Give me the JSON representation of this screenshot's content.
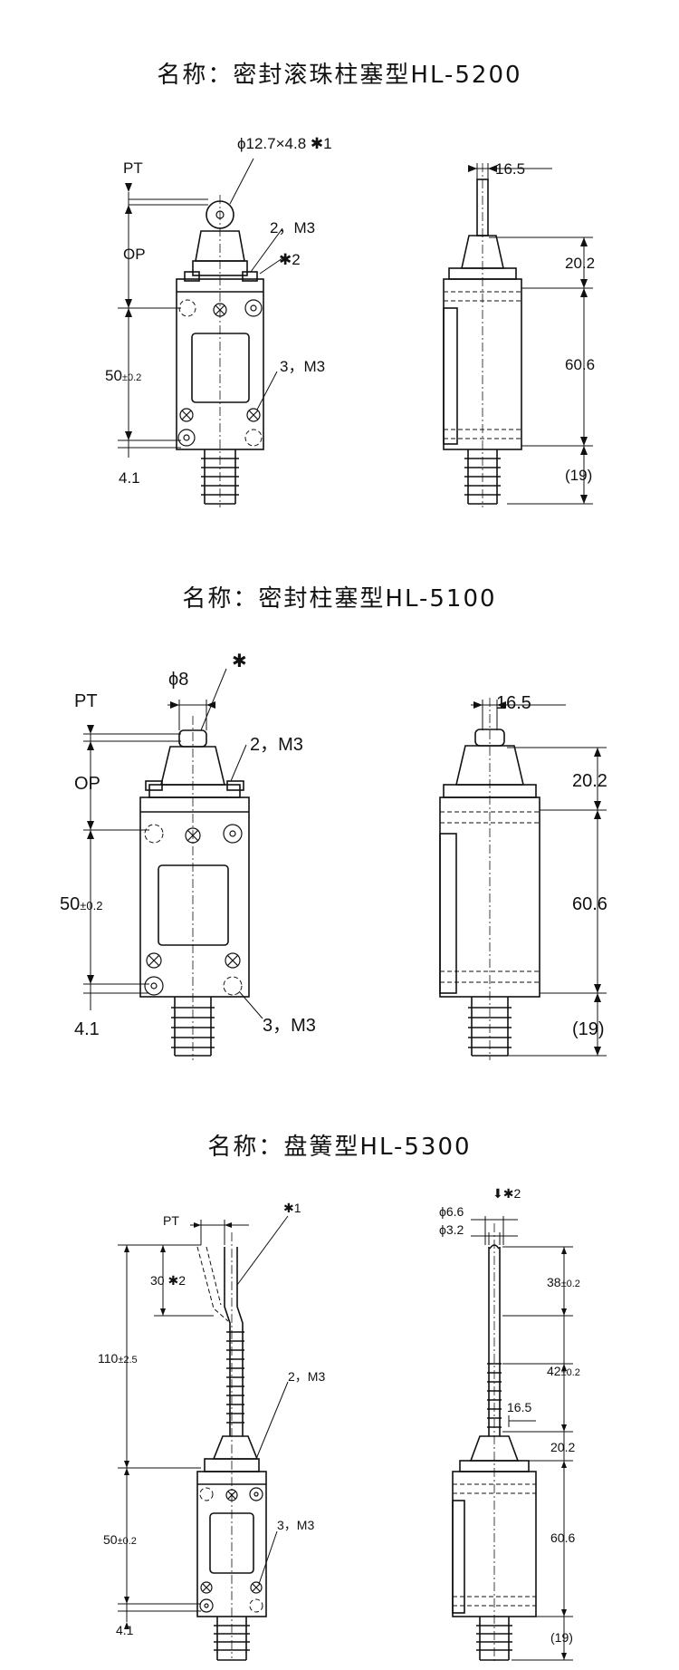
{
  "titles": {
    "hl5200": "名称：密封滚珠柱塞型HL-5200",
    "hl5100": "名称：密封柱塞型HL-5100",
    "hl5300": "名称：盘簧型HL-5300"
  },
  "hl5200": {
    "front": {
      "roller": "ϕ12.7×4.8 ✱1",
      "pt": "PT",
      "op": "OP",
      "mount_top": "2，M3",
      "note2": "✱2",
      "height": "50",
      "height_tol": "±0.2",
      "mount_bottom": "3，M3",
      "offset": "4.1"
    },
    "side": {
      "width": "16.5",
      "plunger_h": "20.2",
      "body_h": "60.6",
      "conduit": "(19)"
    }
  },
  "hl5100": {
    "front": {
      "plunger": "ϕ8",
      "star": "✱",
      "pt": "PT",
      "op": "OP",
      "mount_top": "2，M3",
      "height": "50",
      "height_tol": "±0.2",
      "mount_bottom": "3，M3",
      "offset": "4.1"
    },
    "side": {
      "width": "16.5",
      "plunger_h": "20.2",
      "body_h": "60.6",
      "conduit": "(19)"
    }
  },
  "hl5300": {
    "front": {
      "pt": "PT",
      "note1": "✱1",
      "travel": "30 ✱2",
      "total": "110",
      "total_tol": "±2.5",
      "mount_top": "2，M3",
      "height": "50",
      "height_tol": "±0.2",
      "mount_bottom": "3，M3",
      "offset": "4.1"
    },
    "side": {
      "arrow_note": "⬇✱2",
      "dia_outer": "ϕ6.6",
      "dia_inner": "ϕ3.2",
      "spring1": "38",
      "spring1_tol": "±0.2",
      "spring2": "42",
      "spring2_tol": "±0.2",
      "width": "16.5",
      "plunger_h": "20.2",
      "body_h": "60.6",
      "conduit": "(19)"
    }
  }
}
